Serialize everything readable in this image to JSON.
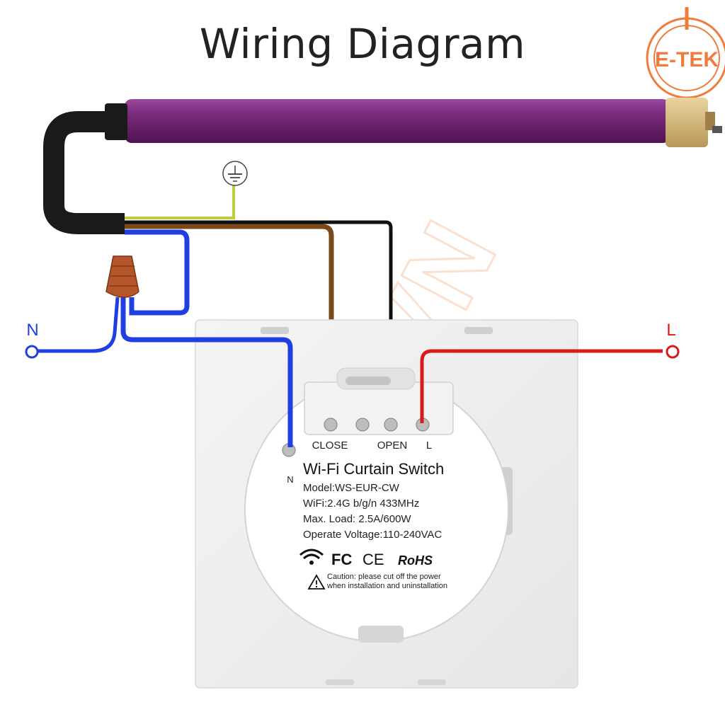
{
  "title": "Wiring Diagram",
  "logo": {
    "text": "E-TEK",
    "color": "#f07c3c"
  },
  "watermark": "E-TEK.VN",
  "terminals": {
    "neutral": "N",
    "live": "L"
  },
  "switch": {
    "terminal_labels": {
      "close": "CLOSE",
      "open": "OPEN",
      "live": "L",
      "neutral": "N"
    },
    "name": "Wi-Fi Curtain Switch",
    "model": "Model:WS-EUR-CW",
    "wifi": "WiFi:2.4G b/g/n 433MHz",
    "max_load": "Max. Load: 2.5A/600W",
    "voltage": "Operate Voltage:110-240VAC",
    "cert_fc": "FC",
    "cert_ce": "CE",
    "cert_rohs": "RoHS",
    "caution_line1": "Caution: please cut off the power",
    "caution_line2": "when installation and uninstallation"
  },
  "colors": {
    "motor_tube": "#7a2a7c",
    "neutral_wire": "#1f3fe0",
    "live_wire": "#d81a1a",
    "close_wire": "#7a4a1a",
    "open_wire": "#111111",
    "earth_wire": "#b8d040",
    "connector": "#b5562a"
  }
}
